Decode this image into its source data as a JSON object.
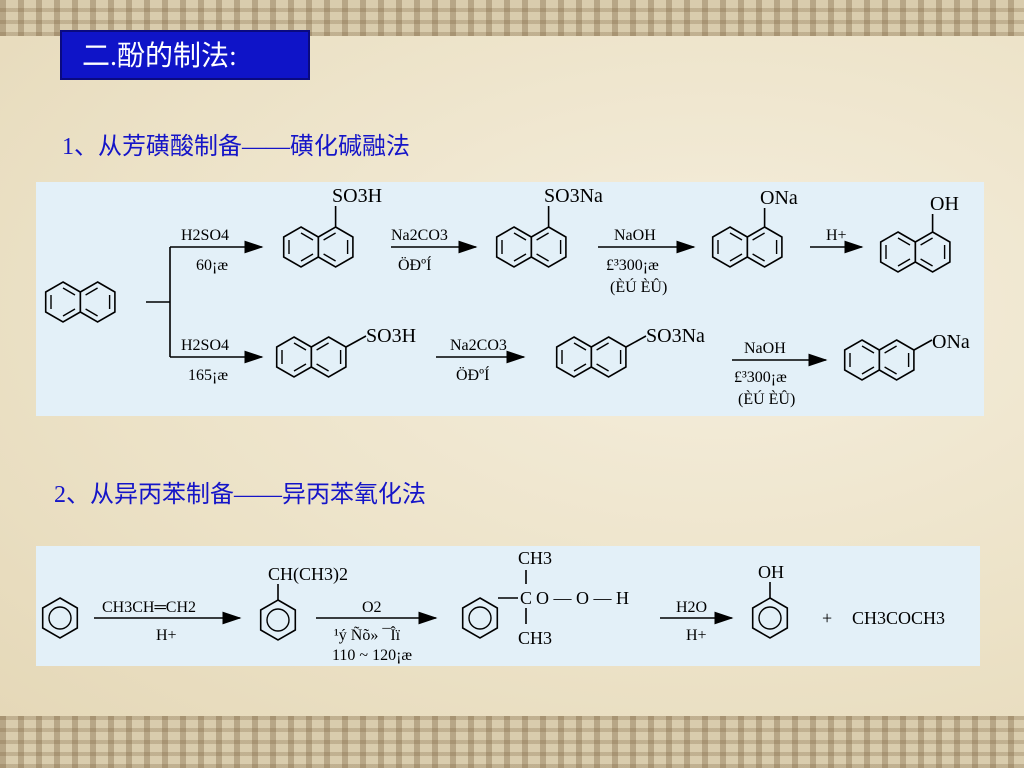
{
  "title": "二.酚的制法:",
  "section1": {
    "heading": "1、从芳磺酸制备——磺化碱融法",
    "upper": {
      "r1_reagent": "H2SO4",
      "r1_cond": "60¡æ",
      "p1_label": "SO3H",
      "r2_reagent": "Na2CO3",
      "r2_cond": "ÖÐºÍ",
      "p2_label": "SO3Na",
      "r3_reagent": "NaOH",
      "r3_cond1": "£³300¡æ",
      "r3_cond2": "(ÈÚ ÈÛ)",
      "p3_label": "ONa",
      "r4_reagent": "H+",
      "p4_label": "OH"
    },
    "lower": {
      "r1_reagent": "H2SO4",
      "r1_cond": "165¡æ",
      "p1_label": "SO3H",
      "r2_reagent": "Na2CO3",
      "r2_cond": "ÖÐºÍ",
      "p2_label": "SO3Na",
      "r3_reagent": "NaOH",
      "r3_cond1": "£³300¡æ",
      "r3_cond2": "(ÈÚ ÈÛ)",
      "p3_label": "ONa"
    }
  },
  "section2": {
    "heading": "2、从异丙苯制备——异丙苯氧化法",
    "r1_reagent": "CH3CH═CH2",
    "r1_cond": "H+",
    "p1_label": "CH(CH3)2",
    "r2_reagent": "O2",
    "r2_cond1": "¹ý Ñõ» ¯Îï",
    "r2_cond2": "110 ~ 120¡æ",
    "p2_top": "CH3",
    "p2_center": "C",
    "p2_chain": "O — O — H",
    "p2_bottom": "CH3",
    "r3_reagent": "H2O",
    "r3_cond": "H+",
    "p3_label": "OH",
    "plus": "+",
    "p4_label": "CH3COCH3"
  }
}
